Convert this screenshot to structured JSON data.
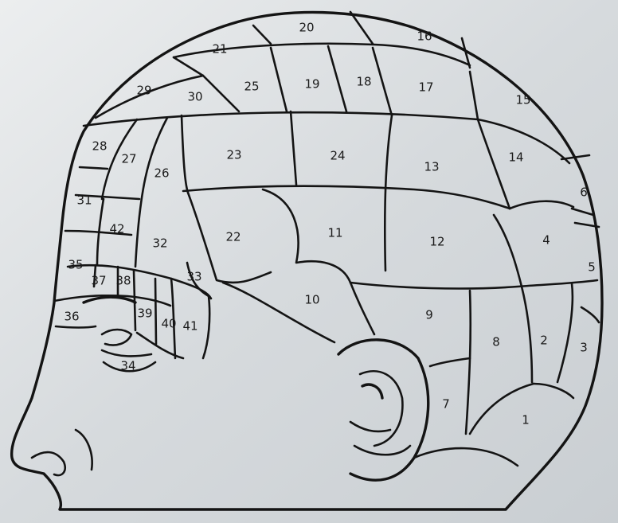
{
  "diagram": {
    "regions": [
      "1",
      "2",
      "3",
      "4",
      "5",
      "6",
      "7",
      "8",
      "9",
      "10",
      "11",
      "12",
      "13",
      "14",
      "15",
      "16",
      "17",
      "18",
      "19",
      "20",
      "21",
      "22",
      "23",
      "24",
      "25",
      "26",
      "27",
      "28",
      "29",
      "30",
      "31",
      "32",
      "33",
      "34",
      "35",
      "36",
      "37",
      "38",
      "39",
      "40",
      "41",
      "42"
    ]
  }
}
